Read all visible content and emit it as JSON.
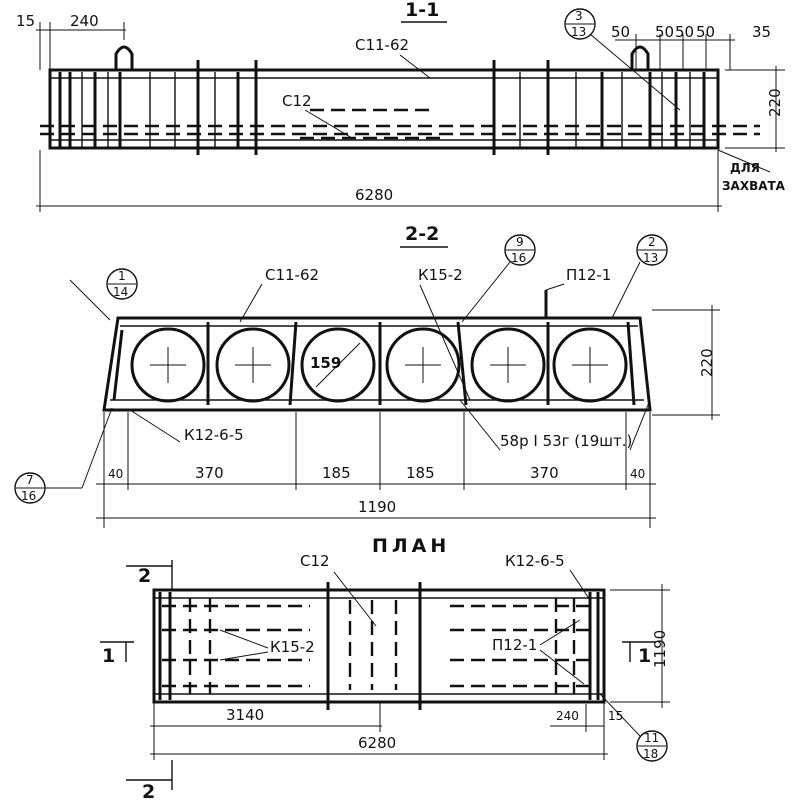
{
  "sections": {
    "section_1_1": {
      "title": "1-1",
      "dims": [
        "15",
        "240",
        "50",
        "50",
        "50",
        "50",
        "35",
        "220",
        "6280"
      ],
      "labels": [
        "С11-62",
        "С12"
      ],
      "callout": {
        "top": "3",
        "bottom": "13"
      },
      "note_line1": "ДЛЯ",
      "note_line2": "ЗАХВАТА"
    },
    "section_2_2": {
      "title": "2-2",
      "labels": [
        "С11-62",
        "К15-2",
        "П12-1",
        "К12-6-5",
        "58р I 53г (19шт.)"
      ],
      "diameter": "159",
      "dims": [
        "40",
        "370",
        "185",
        "185",
        "370",
        "40",
        "1190",
        "220"
      ],
      "callouts": [
        {
          "top": "1",
          "bottom": "14"
        },
        {
          "top": "9",
          "bottom": "16"
        },
        {
          "top": "2",
          "bottom": "13"
        },
        {
          "top": "7",
          "bottom": "16"
        }
      ]
    },
    "plan": {
      "title": "ПЛАН",
      "labels": [
        "С12",
        "К12-6-5",
        "К15-2",
        "П12-1"
      ],
      "dims": [
        "3140",
        "240",
        "15",
        "6280",
        "1190"
      ],
      "section_marks": [
        "2",
        "1",
        "1",
        "2"
      ],
      "callout": {
        "top": "11",
        "bottom": "18"
      }
    }
  }
}
